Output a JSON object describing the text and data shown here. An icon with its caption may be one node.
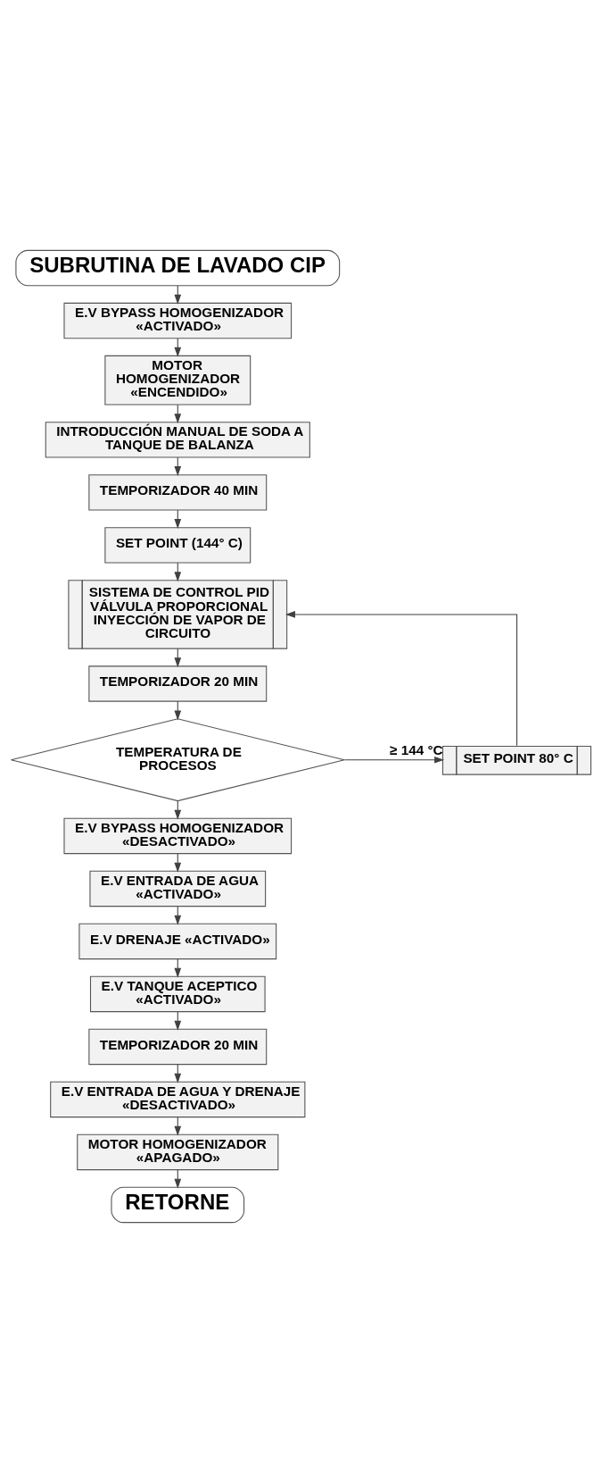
{
  "diagram": {
    "nodes": [
      {
        "text": [
          "SUBRUTINA DE LAVADO CIP"
        ]
      },
      {
        "text": [
          "E.V BYPASS HOMOGENIZADOR «ACTIVADO»"
        ]
      },
      {
        "text": [
          "MOTOR HOMOGENIZADOR «ENCENDIDO»"
        ]
      },
      {
        "text": [
          "INTRODUCCIÓN MANUAL DE SODA A TANQUE DE BALANZA"
        ]
      },
      {
        "text": [
          "TEMPORIZADOR 40 MIN"
        ]
      },
      {
        "text": [
          "SET POINT (144° C)"
        ]
      },
      {
        "text": [
          "SISTEMA DE CONTROL PID VÁLVULA PROPORCIONAL INYECCIÓN DE VAPOR DE CIRCUITO"
        ]
      },
      {
        "text": [
          "TEMPORIZADOR 20 MIN"
        ]
      },
      {
        "text": [
          "TEMPERATURA DE PROCESOS"
        ]
      },
      {
        "text": [
          "SET POINT 80° C"
        ]
      },
      {
        "text": [
          "E.V BYPASS HOMOGENIZADOR «DESACTIVADO»"
        ]
      },
      {
        "text": [
          "E.V ENTRADA DE AGUA «ACTIVADO»"
        ]
      },
      {
        "text": [
          "E.V DRENAJE «ACTIVADO»"
        ]
      },
      {
        "text": [
          "E.V TANQUE ACEPTICO «ACTIVADO»"
        ]
      },
      {
        "text": [
          "TEMPORIZADOR 20 MIN"
        ]
      },
      {
        "text": [
          "E.V ENTRADA DE AGUA Y DRENAJE «DESACTIVADO»"
        ]
      },
      {
        "text": [
          "MOTOR HOMOGENIZADOR «APAGADO»"
        ]
      },
      {
        "text": [
          "RETORNE"
        ]
      }
    ],
    "edges": [
      {
        "from": 0,
        "to": 1,
        "arrow": "to"
      },
      {
        "from": 1,
        "to": 2,
        "arrow": "to"
      },
      {
        "from": 2,
        "to": 3,
        "arrow": "to"
      },
      {
        "from": 3,
        "to": 4,
        "arrow": "to"
      },
      {
        "from": 4,
        "to": 5,
        "arrow": "to"
      },
      {
        "from": 5,
        "to": 6,
        "arrow": "to"
      },
      {
        "from": 6,
        "to": 7,
        "arrow": "to"
      },
      {
        "from": 7,
        "to": 8,
        "arrow": "to"
      },
      {
        "from": 8,
        "to": 9,
        "arrow": "to",
        "label": "≥ 144 °C"
      },
      {
        "from": 9,
        "to": 6,
        "arrow": "to"
      },
      {
        "from": 8,
        "to": 10,
        "arrow": "to"
      },
      {
        "from": 10,
        "to": 11,
        "arrow": "to"
      },
      {
        "from": 11,
        "to": 12,
        "arrow": "to"
      },
      {
        "from": 12,
        "to": 13,
        "arrow": "to"
      },
      {
        "from": 13,
        "to": 14,
        "arrow": "to"
      },
      {
        "from": 14,
        "to": 15,
        "arrow": "to"
      },
      {
        "from": 15,
        "to": 16,
        "arrow": "to"
      },
      {
        "from": 16,
        "to": 17,
        "arrow": "to"
      }
    ]
  }
}
